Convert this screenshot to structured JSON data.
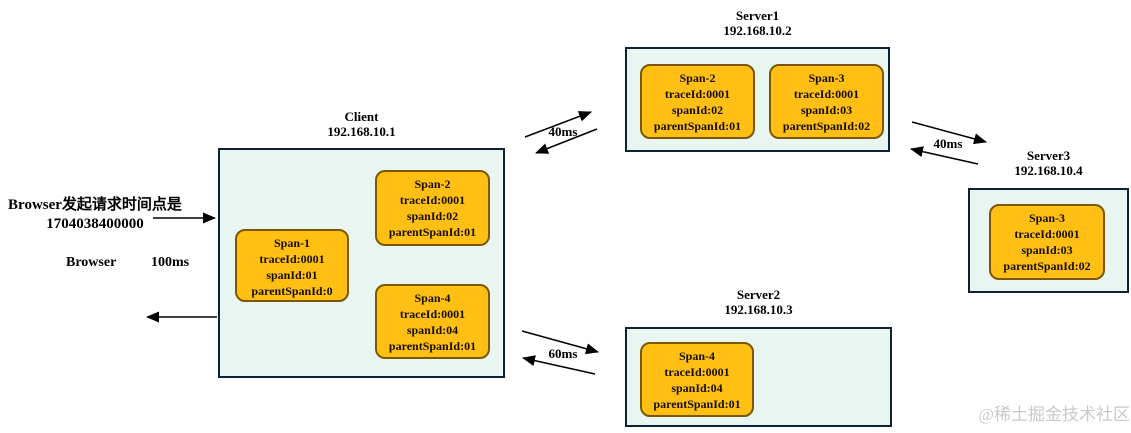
{
  "annotation": {
    "request_note_line1": "Browser发起请求时间点是",
    "request_note_line2": "1704038400000",
    "browser_label": "Browser",
    "browser_latency": "100ms"
  },
  "edges": {
    "client_server1_label": "40ms",
    "server1_server3_label": "40ms",
    "client_server2_label": "60ms"
  },
  "nodes": {
    "client": {
      "title": "Client",
      "ip": "192.168.10.1",
      "spans": {
        "span1": {
          "name": "Span-1",
          "trace": "traceId:0001",
          "span": "spanId:01",
          "parent": "parentSpanId:0"
        },
        "span2": {
          "name": "Span-2",
          "trace": "traceId:0001",
          "span": "spanId:02",
          "parent": "parentSpanId:01"
        },
        "span4": {
          "name": "Span-4",
          "trace": "traceId:0001",
          "span": "spanId:04",
          "parent": "parentSpanId:01"
        }
      }
    },
    "server1": {
      "title": "Server1",
      "ip": "192.168.10.2",
      "spans": {
        "span2": {
          "name": "Span-2",
          "trace": "traceId:0001",
          "span": "spanId:02",
          "parent": "parentSpanId:01"
        },
        "span3": {
          "name": "Span-3",
          "trace": "traceId:0001",
          "span": "spanId:03",
          "parent": "parentSpanId:02"
        }
      }
    },
    "server2": {
      "title": "Server2",
      "ip": "192.168.10.3",
      "spans": {
        "span4": {
          "name": "Span-4",
          "trace": "traceId:0001",
          "span": "spanId:04",
          "parent": "parentSpanId:01"
        }
      }
    },
    "server3": {
      "title": "Server3",
      "ip": "192.168.10.4",
      "spans": {
        "span3": {
          "name": "Span-3",
          "trace": "traceId:0001",
          "span": "spanId:03",
          "parent": "parentSpanId:02"
        }
      }
    }
  },
  "watermark": "@稀土掘金技术社区",
  "colors": {
    "span_fill": "#FFC013",
    "span_border": "#7B5800",
    "node_fill": "#E8F5F1",
    "node_border": "#0E2233",
    "arrow": "#000000",
    "watermark": "#C9C9C9"
  }
}
